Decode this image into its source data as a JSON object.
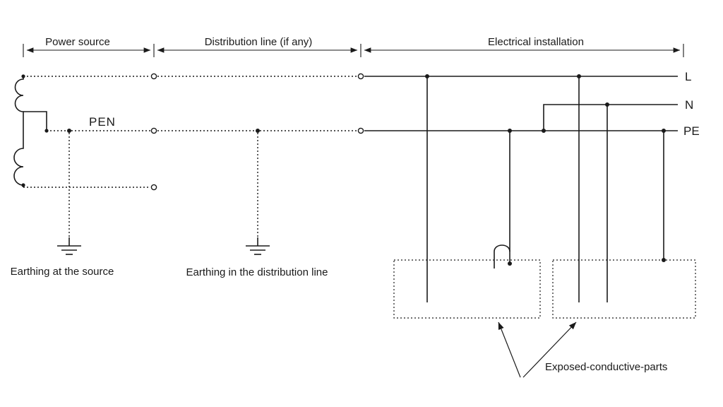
{
  "sections": {
    "power_source": "Power source",
    "distribution": "Distribution line (if any)",
    "installation": "Electrical installation"
  },
  "conductors": {
    "pen_label": "PEN",
    "line_label": "L",
    "neutral_label": "N",
    "pe_label": "PE"
  },
  "earthing": {
    "at_source": "Earthing at the source",
    "in_distribution": "Earthing in the distribution line"
  },
  "annotations": {
    "exposed_parts": "Exposed-conductive-parts"
  },
  "colors": {
    "line": "#1a1a1a",
    "background": "#ffffff"
  }
}
